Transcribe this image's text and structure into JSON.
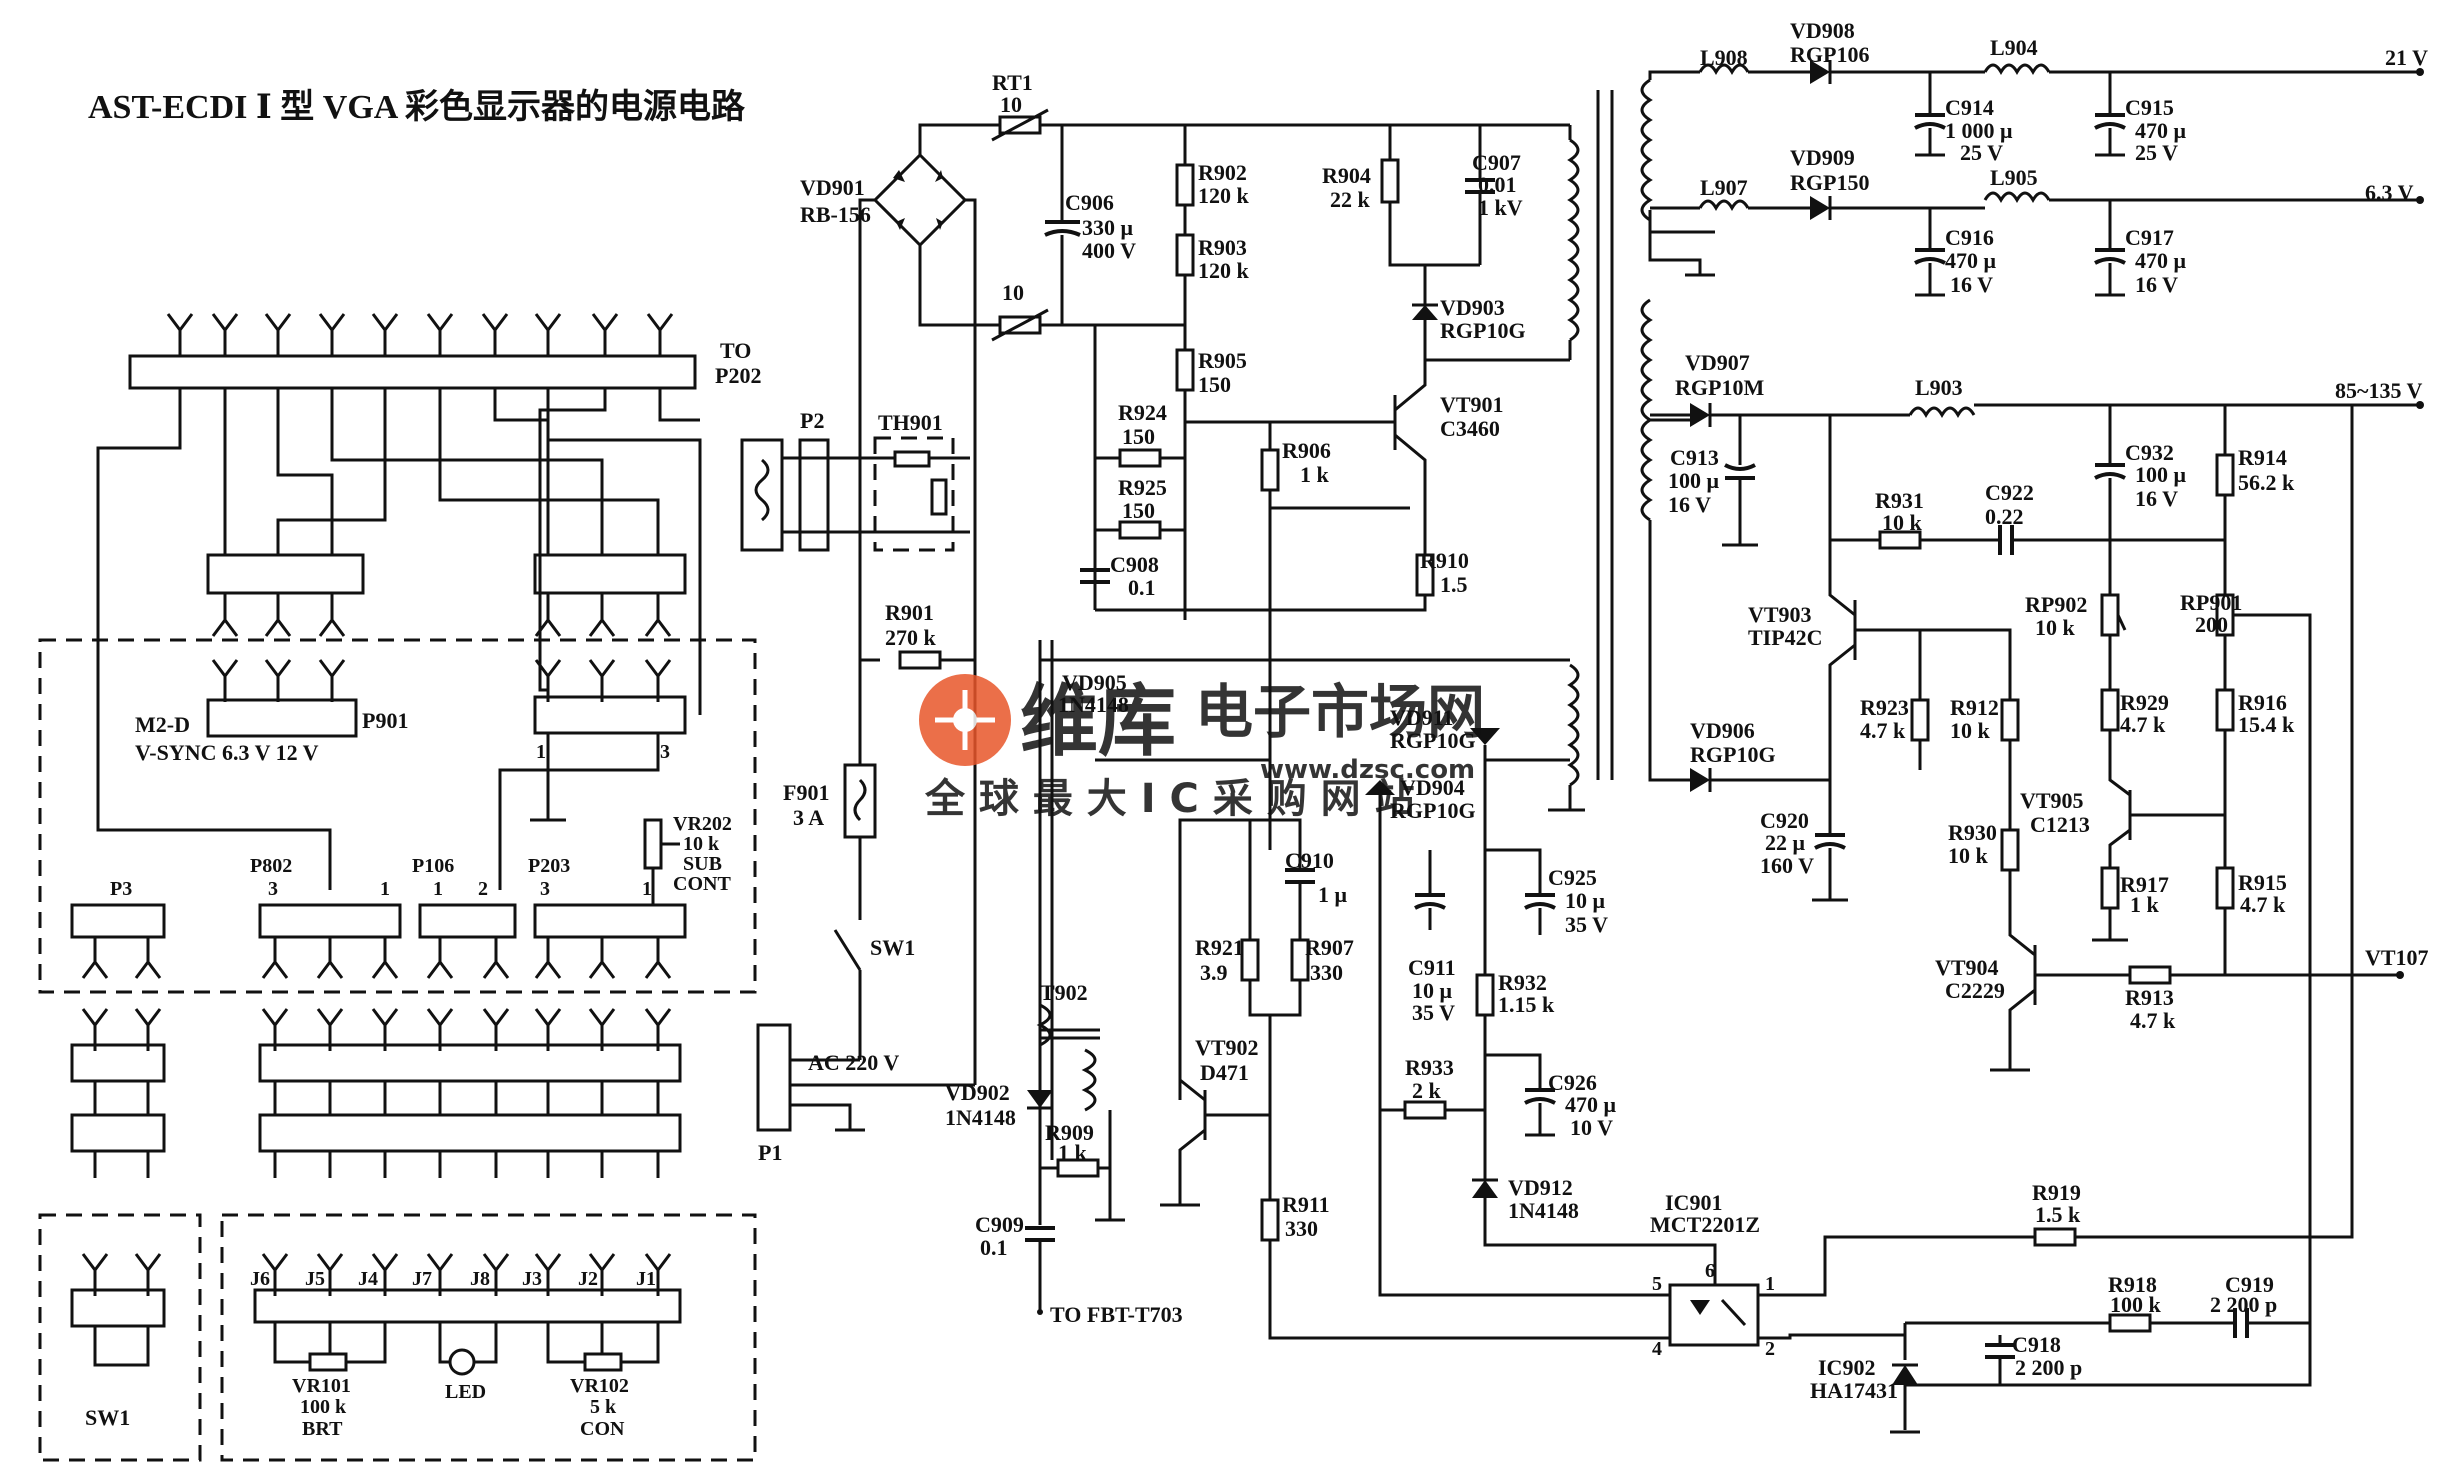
{
  "title": "AST-ECDI Ⅰ 型 VGA 彩色显示器的电源电路",
  "watermark": {
    "brand": "维库",
    "site_name": "电子市场网",
    "url": "www.dzsc.com",
    "slogan": "全 球 最 大 I C 采 购 网 站",
    "color": "#e8562a"
  },
  "outputs": {
    "v21": "21 V",
    "v63": "6.3 V",
    "v85": "85~135 V",
    "vt107": "VT107"
  },
  "connectors": {
    "to_p202_1": "TO",
    "to_p202_2": "P202",
    "p2": "P2",
    "th901": "TH901",
    "p901": "P901",
    "m2d": "M2-D",
    "vsync": "V-SYNC  6.3 V  12 V",
    "p3": "P3",
    "p802": "P802",
    "p106": "P106",
    "p203": "P203",
    "p1": "P1",
    "ac220": "AC 220 V",
    "sw1_box": "SW1",
    "to_fbt": "TO FBT-T703",
    "pin3a": "3",
    "pin1a": "1",
    "pin1b": "1",
    "pin2b": "2",
    "pin3c": "3",
    "pin1c": "1",
    "pin1d": "1",
    "pin3d": "3"
  },
  "front_panel": {
    "j6": "J6",
    "j5": "J5",
    "j4": "J4",
    "j7": "J7",
    "j8": "J8",
    "j3": "J3",
    "j2": "J2",
    "j1": "J1",
    "vr101": "VR101",
    "vr101_val": "100 k",
    "vr101_fn": "BRT",
    "led": "LED",
    "vr102": "VR102",
    "vr102_val": "5 k",
    "vr102_fn": "CON",
    "vr202": "VR202",
    "vr202_val": "10 k",
    "vr202_fn1": "SUB",
    "vr202_fn2": "CONT"
  },
  "components": {
    "rt1": "RT1",
    "rt1_val": "10",
    "rt2_val": "10",
    "vd901": "VD901",
    "vd901_type": "RB-156",
    "c906": "C906",
    "c906_val": "330 μ",
    "c906_v": "400 V",
    "r902": "R902",
    "r902_val": "120 k",
    "r903": "R903",
    "r903_val": "120 k",
    "r905": "R905",
    "r905_val": "150",
    "r924": "R924",
    "r924_val": "150",
    "r925": "R925",
    "r925_val": "150",
    "c908": "C908",
    "c908_val": "0.1",
    "r904": "R904",
    "r904_val": "22 k",
    "c907": "C907",
    "c907_val": "0.01",
    "c907_v": "1 kV",
    "vd903": "VD903",
    "vd903_type": "RGP10G",
    "vt901": "VT901",
    "vt901_type": "C3460",
    "r906": "R906",
    "r906_val": "1 k",
    "r910": "R910",
    "r910_val": "1.5",
    "r901": "R901",
    "r901_val": "270 k",
    "f901": "F901",
    "f901_val": "3 A",
    "sw1": "SW1",
    "vd905": "VD905",
    "vd905_type": "1N4148",
    "vd911": "VD911",
    "vd911_type": "RGP10G",
    "vd904": "VD904",
    "vd904_type": "RGP10G",
    "c910": "C910",
    "c910_val": "1 μ",
    "c911": "C911",
    "c911_val": "10 μ",
    "c911_v": "35 V",
    "c925": "C925",
    "c925_val": "10 μ",
    "c925_v": "35 V",
    "r921": "R921",
    "r921_val": "3.9",
    "r907": "R907",
    "r907_val": "330",
    "r932": "R932",
    "r932_val": "1.15 k",
    "t902": "T902",
    "vt902": "VT902",
    "vt902_type": "D471",
    "r933": "R933",
    "r933_val": "2 k",
    "c926": "C926",
    "c926_val": "470 μ",
    "c926_v": "10 V",
    "vd902": "VD902",
    "vd902_type": "1N4148",
    "r909": "R909",
    "r909_val": "1 k",
    "r911": "R911",
    "r911_val": "330",
    "vd912": "VD912",
    "vd912_type": "1N4148",
    "c909": "C909",
    "c909_val": "0.1",
    "ic901": "IC901",
    "ic901_type": "MCT2201Z",
    "ic902": "IC902",
    "ic902_type": "HA17431",
    "pin5": "5",
    "pin6": "6",
    "pin1": "1",
    "pin4": "4",
    "pin2": "2",
    "l908": "L908",
    "vd908": "VD908",
    "vd908_type": "RGP106",
    "l904": "L904",
    "c914": "C914",
    "c914_val": "1 000 μ",
    "c914_v": "25 V",
    "c915": "C915",
    "c915_val": "470 μ",
    "c915_v": "25 V",
    "l907": "L907",
    "vd909": "VD909",
    "vd909_type": "RGP150",
    "l905": "L905",
    "c916": "C916",
    "c916_val": "470 μ",
    "c916_v": "16 V",
    "c917": "C917",
    "c917_val": "470 μ",
    "c917_v": "16 V",
    "vd907": "VD907",
    "vd907_type": "RGP10M",
    "l903": "L903",
    "c913": "C913",
    "c913_val": "100 μ",
    "c913_v": "16 V",
    "r931": "R931",
    "r931_val": "10 k",
    "c922": "C922",
    "c922_val": "0.22",
    "c932": "C932",
    "c932_val": "100 μ",
    "c932_v": "16 V",
    "r914": "R914",
    "r914_val": "56.2 k",
    "vt903": "VT903",
    "vt903_type": "TIP42C",
    "rp902": "RP902",
    "rp902_val": "10 k",
    "rp901": "RP901",
    "rp901_val": "200",
    "r923": "R923",
    "r923_val": "4.7 k",
    "r912": "R912",
    "r912_val": "10 k",
    "r929": "R929",
    "r929_val": "4.7 k",
    "r916": "R916",
    "r916_val": "15.4 k",
    "vd906": "VD906",
    "vd906_type": "RGP10G",
    "vt905": "VT905",
    "vt905_type": "C1213",
    "c920": "C920",
    "c920_val": "22 μ",
    "c920_v": "160 V",
    "r930": "R930",
    "r930_val": "10 k",
    "r917": "R917",
    "r917_val": "1 k",
    "r915": "R915",
    "r915_val": "4.7 k",
    "vt904": "VT904",
    "vt904_type": "C2229",
    "r913": "R913",
    "r913_val": "4.7 k",
    "r919": "R919",
    "r919_val": "1.5 k",
    "r918": "R918",
    "r918_val": "100 k",
    "c919": "C919",
    "c919_val": "2 200 p",
    "c918": "C918",
    "c918_val": "2 200 p"
  }
}
